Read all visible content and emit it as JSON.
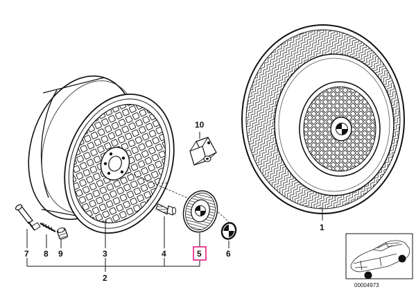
{
  "diagram": {
    "callouts": {
      "c1": "1",
      "c2": "2",
      "c3": "3",
      "c4": "4",
      "c5": "5",
      "c6": "6",
      "c7": "7",
      "c8": "8",
      "c9": "9",
      "c10": "10"
    },
    "highlight_color": "#e0197d",
    "inset": {
      "ref_number": "00004973"
    }
  }
}
